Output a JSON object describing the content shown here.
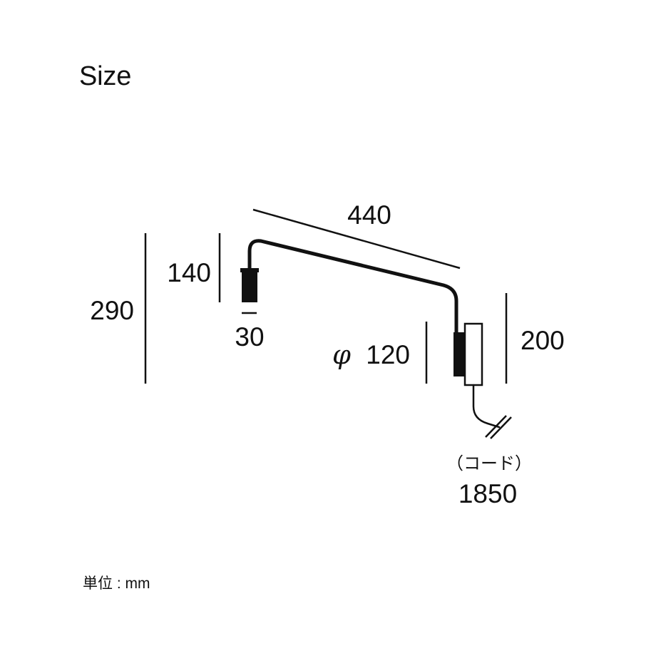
{
  "page": {
    "title": "Size",
    "unit_note": "単位 : mm"
  },
  "dimensions": {
    "arm_length": "440",
    "total_height": "290",
    "head_drop": "140",
    "head_width": "30",
    "base_diameter_symbol": "φ",
    "base_diameter": "120",
    "base_height": "200",
    "cord_label": "（コード）",
    "cord_length": "1850"
  },
  "colors": {
    "line": "#111111",
    "background": "#ffffff"
  }
}
